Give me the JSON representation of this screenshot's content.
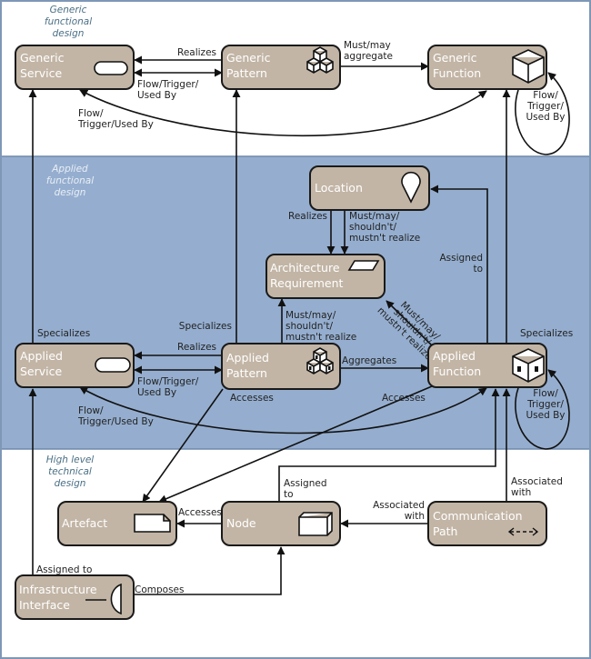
{
  "zones": [
    {
      "id": "generic",
      "label_lines": [
        "Generic",
        "functional",
        "design"
      ]
    },
    {
      "id": "applied",
      "label_lines": [
        "Applied",
        "functional",
        "design"
      ]
    },
    {
      "id": "technical",
      "label_lines": [
        "High level",
        "technical",
        "design"
      ]
    }
  ],
  "nodes": {
    "generic_service": {
      "lines": [
        "Generic",
        "Service"
      ],
      "icon": "service-pill-icon"
    },
    "generic_pattern": {
      "lines": [
        "Generic",
        "Pattern"
      ],
      "icon": "stacked-cubes-icon"
    },
    "generic_function": {
      "lines": [
        "Generic",
        "Function"
      ],
      "icon": "cube-icon"
    },
    "location": {
      "lines": [
        "Location"
      ],
      "icon": "map-pin-icon"
    },
    "architecture_requirement": {
      "lines": [
        "Architecture",
        "Requirement"
      ],
      "icon": "parallelogram-icon"
    },
    "applied_service": {
      "lines": [
        "Applied",
        "Service"
      ],
      "icon": "service-pill-icon"
    },
    "applied_pattern": {
      "lines": [
        "Applied",
        "Pattern"
      ],
      "icon": "stacked-dotted-cubes-icon"
    },
    "applied_function": {
      "lines": [
        "Applied",
        "Function"
      ],
      "icon": "dotted-cube-icon"
    },
    "artefact": {
      "lines": [
        "Artefact"
      ],
      "icon": "document-icon"
    },
    "node": {
      "lines": [
        "Node"
      ],
      "icon": "box-3d-icon"
    },
    "communication_path": {
      "lines": [
        "Communication",
        "Path"
      ],
      "icon": "dashed-double-arrow-icon"
    },
    "infrastructure_interface": {
      "lines": [
        "Infrastructure",
        "Interface"
      ],
      "icon": "interface-half-circle-icon"
    }
  },
  "edge_labels": {
    "gp_gs_realizes": [
      "Realizes"
    ],
    "gs_gp_flow": [
      "Flow/Trigger/",
      "Used By"
    ],
    "gp_gf_aggregate": [
      "Must/may",
      "aggregate"
    ],
    "gf_gs_flow": [
      "Flow/",
      "Trigger/Used By"
    ],
    "gf_self_flow": [
      "Flow/",
      "Trigger/",
      "Used By"
    ],
    "loc_ar_realizes": [
      "Realizes"
    ],
    "loc_ar_must": [
      "Must/may/",
      "shouldn't/",
      "mustn't realize"
    ],
    "af_loc_assigned": [
      "Assigned",
      "to"
    ],
    "apat_ar_must": [
      "Must/may/",
      "shouldn't/",
      "mustn't realize"
    ],
    "af_ar_must": [
      "Must/may/",
      "shouldn't/",
      "mustn't realize"
    ],
    "as_gs_specializes": [
      "Specializes"
    ],
    "apat_gp_specializes": [
      "Specializes"
    ],
    "af_gf_specializes": [
      "Specializes"
    ],
    "apat_as_realizes": [
      "Realizes"
    ],
    "as_apat_flow": [
      "Flow/Trigger/",
      "Used By"
    ],
    "apat_af_aggregates": [
      "Aggregates"
    ],
    "apat_art_accesses": [
      "Accesses"
    ],
    "af_art_accesses": [
      "Accesses"
    ],
    "af_as_flow": [
      "Flow/",
      "Trigger/Used By"
    ],
    "af_self_flow": [
      "Flow/",
      "Trigger/",
      "Used By"
    ],
    "node_af_assigned": [
      "Assigned",
      "to"
    ],
    "cp_af_associated": [
      "Associated",
      "with"
    ],
    "cp_node_associated": [
      "Associated",
      "with"
    ],
    "node_art_accesses": [
      "Accesses"
    ],
    "ii_as_assigned": [
      "Assigned to"
    ],
    "ii_node_composes": [
      "Composes"
    ]
  }
}
